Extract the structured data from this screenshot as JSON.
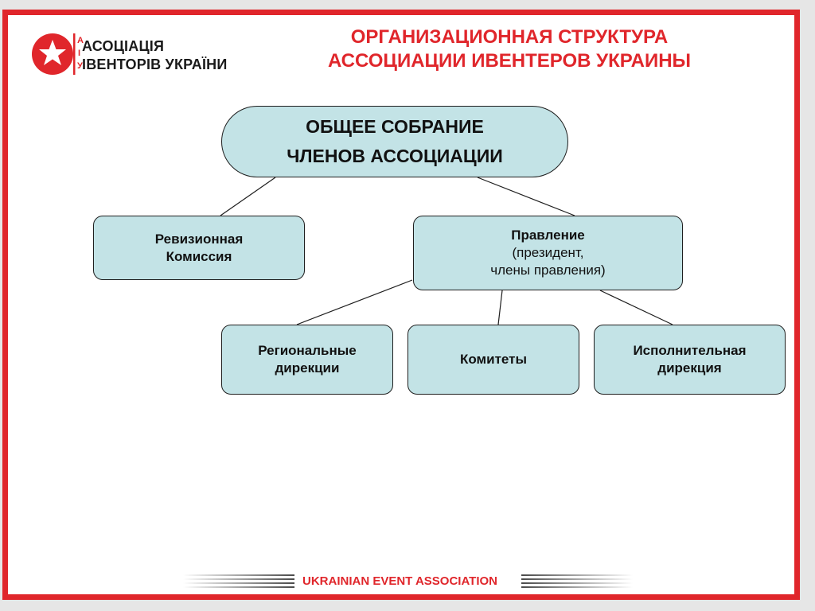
{
  "logo": {
    "line1": "АСОЦІАЦІЯ",
    "line2": "ІВЕНТОРІВ УКРАЇНИ",
    "side_letters": "АІУ"
  },
  "title": {
    "line1": "ОРГАНИЗАЦИОННАЯ СТРУКТУРА",
    "line2": "АССОЦИАЦИИ ИВЕНТЕРОВ УКРАИНЫ"
  },
  "org": {
    "root": {
      "line1": "ОБЩЕЕ СОБРАНИЕ",
      "line2": "ЧЛЕНОВ АССОЦИАЦИИ"
    },
    "revision": {
      "line1": "Ревизионная",
      "line2": "Комиссия"
    },
    "board": {
      "line1": "Правление",
      "line2": "(президент,",
      "line3": "члены правления)"
    },
    "regional": {
      "line1": "Региональные",
      "line2": "дирекции"
    },
    "committees": {
      "line1": "Комитеты"
    },
    "executive": {
      "line1": "Исполнительная",
      "line2": "дирекция"
    }
  },
  "footer": {
    "text": "UKRAINIAN EVENT ASSOCIATION"
  },
  "colors": {
    "accent": "#e0262b",
    "box_fill": "#c3e3e6",
    "border": "#1e1e1e"
  }
}
